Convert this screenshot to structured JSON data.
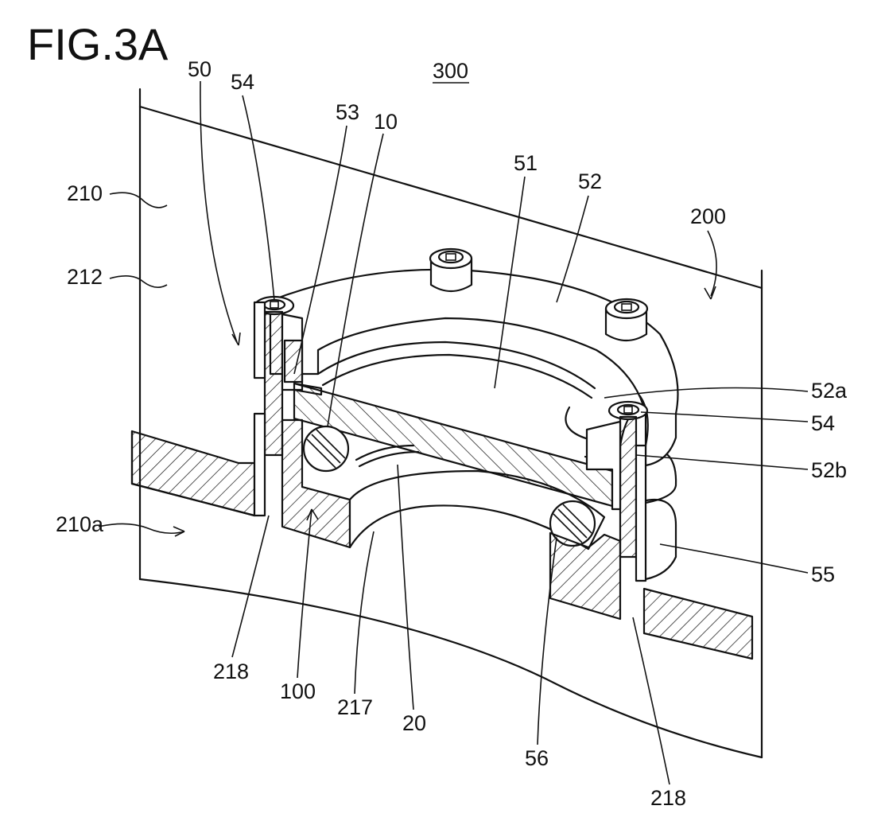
{
  "figure": {
    "title": "FIG.3A",
    "assembly_label": "300"
  },
  "labels": {
    "l50": "50",
    "l54_top": "54",
    "l53": "53",
    "l10": "10",
    "l51": "51",
    "l52": "52",
    "l200": "200",
    "l210": "210",
    "l212": "212",
    "l210a": "210a",
    "l52a": "52a",
    "l54_right": "54",
    "l52b": "52b",
    "l55": "55",
    "l218_left": "218",
    "l100": "100",
    "l217": "217",
    "l20": "20",
    "l56": "56",
    "l218_right": "218"
  }
}
